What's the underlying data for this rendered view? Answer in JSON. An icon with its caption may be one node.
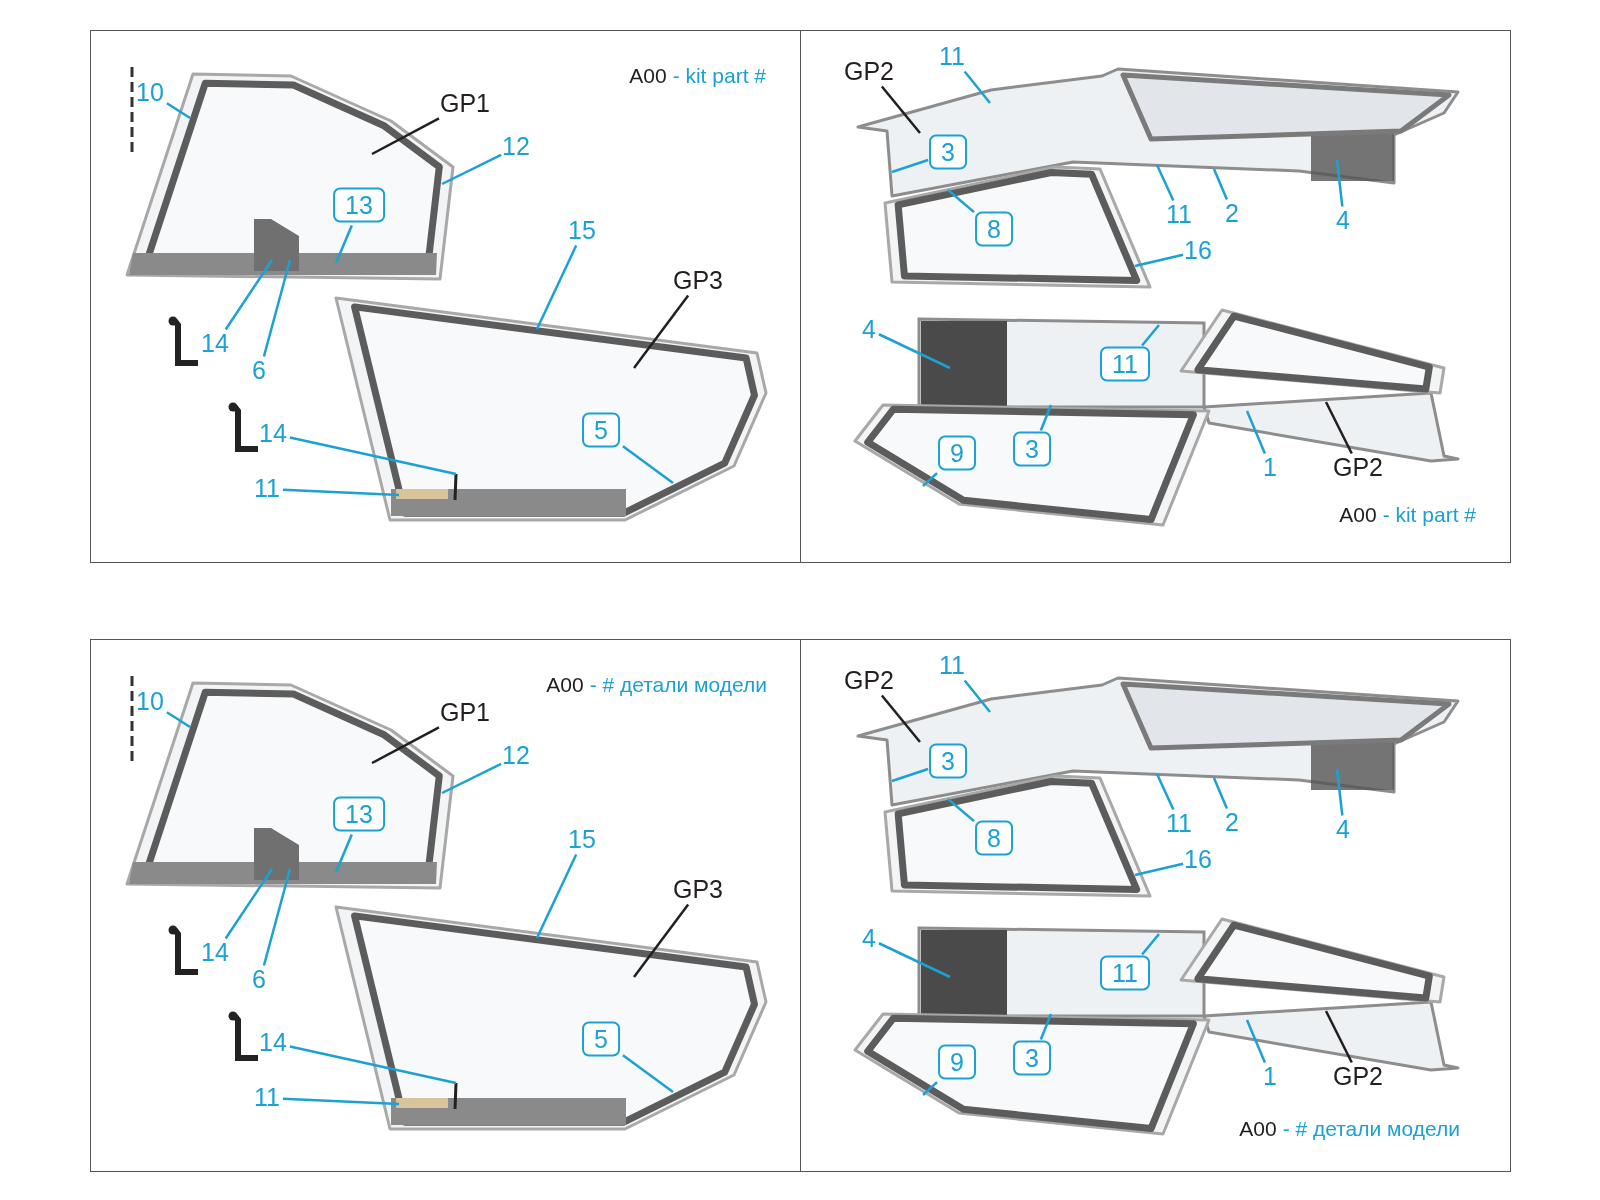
{
  "diagram": {
    "nodes": [
      {
        "text": [],
        "shape": "picture"
      },
      {
        "text": [],
        "shape": "picture"
      },
      {
        "text": [
          "10"
        ]
      },
      {
        "text": [
          "GP1"
        ]
      },
      {
        "text": [
          "12"
        ]
      },
      {
        "text": [
          "13"
        ],
        "in": 0
      },
      {
        "text": [
          "15"
        ]
      },
      {
        "text": [
          "GP3"
        ]
      },
      {
        "text": [
          "14"
        ]
      },
      {
        "text": [
          "6"
        ]
      },
      {
        "text": [
          "14"
        ]
      },
      {
        "text": [
          "5"
        ],
        "in": 1
      },
      {
        "text": [
          "11"
        ]
      },
      {
        "text": [],
        "shape": "picture"
      },
      {
        "text": [],
        "shape": "picture"
      },
      {
        "text": [],
        "shape": "picture"
      },
      {
        "text": [],
        "shape": "picture"
      },
      {
        "text": [
          "GP2"
        ]
      },
      {
        "text": [
          "11"
        ]
      },
      {
        "text": [
          "3"
        ],
        "in": 13
      },
      {
        "text": [
          "8"
        ],
        "in": 14
      },
      {
        "text": [
          "11"
        ]
      },
      {
        "text": [
          "2"
        ]
      },
      {
        "text": [
          "4"
        ]
      },
      {
        "text": [
          "16"
        ]
      },
      {
        "text": [
          "4"
        ]
      },
      {
        "text": [
          "11"
        ],
        "in": 15
      },
      {
        "text": [
          "3"
        ],
        "in": 16
      },
      {
        "text": [
          "9"
        ],
        "in": 16
      },
      {
        "text": [
          "1"
        ]
      },
      {
        "text": [
          "GP2"
        ]
      },
      {
        "text": [],
        "shape": "picture"
      },
      {
        "text": [],
        "shape": "picture"
      },
      {
        "text": [
          "10"
        ]
      },
      {
        "text": [
          "GP1"
        ]
      },
      {
        "text": [
          "12"
        ]
      },
      {
        "text": [
          "13"
        ],
        "in": 31
      },
      {
        "text": [
          "15"
        ]
      },
      {
        "text": [
          "GP3"
        ]
      },
      {
        "text": [
          "14"
        ]
      },
      {
        "text": [
          "6"
        ]
      },
      {
        "text": [
          "14"
        ]
      },
      {
        "text": [
          "5"
        ],
        "in": 32
      },
      {
        "text": [
          "11"
        ]
      },
      {
        "text": [],
        "shape": "picture"
      },
      {
        "text": [],
        "shape": "picture"
      },
      {
        "text": [],
        "shape": "picture"
      },
      {
        "text": [],
        "shape": "picture"
      },
      {
        "text": [
          "GP2"
        ]
      },
      {
        "text": [
          "11"
        ]
      },
      {
        "text": [
          "3"
        ],
        "in": 44
      },
      {
        "text": [
          "8"
        ],
        "in": 45
      },
      {
        "text": [
          "11"
        ]
      },
      {
        "text": [
          "2"
        ]
      },
      {
        "text": [
          "4"
        ]
      },
      {
        "text": [
          "16"
        ]
      },
      {
        "text": [
          "4"
        ]
      },
      {
        "text": [
          "11"
        ],
        "in": 46
      },
      {
        "text": [
          "3"
        ],
        "in": 47
      },
      {
        "text": [
          "9"
        ],
        "in": 47
      },
      {
        "text": [
          "1"
        ]
      },
      {
        "text": [
          "GP2"
        ]
      }
    ],
    "edges": [
      {
        "from": 2,
        "to": 0,
        "arrow": "none"
      },
      {
        "from": 3,
        "to": 0,
        "arrow": "none",
        "color": "#231f20"
      },
      {
        "from": 4,
        "to": 0,
        "arrow": "none"
      },
      {
        "from": 5,
        "to": 0,
        "arrow": "none"
      },
      {
        "from": 6,
        "to": 1,
        "arrow": "none"
      },
      {
        "from": 7,
        "to": 1,
        "arrow": "none",
        "color": "#231f20"
      },
      {
        "from": 8,
        "to": 0,
        "arrow": "none"
      },
      {
        "from": 9,
        "to": 0,
        "arrow": "none"
      },
      {
        "from": 10,
        "to": 1,
        "arrow": "none"
      },
      {
        "from": 11,
        "to": 1,
        "arrow": "none"
      },
      {
        "from": 12,
        "to": 1,
        "arrow": "none"
      },
      {
        "from": 17,
        "to": 13,
        "arrow": "none",
        "color": "#231f20"
      },
      {
        "from": 18,
        "to": 13,
        "arrow": "none"
      },
      {
        "from": 19,
        "to": 13,
        "arrow": "none"
      },
      {
        "from": 20,
        "to": 14,
        "arrow": "none"
      },
      {
        "from": 21,
        "to": 13,
        "arrow": "none"
      },
      {
        "from": 22,
        "to": 13,
        "arrow": "none"
      },
      {
        "from": 23,
        "to": 13,
        "arrow": "none"
      },
      {
        "from": 24,
        "to": 14,
        "arrow": "none"
      },
      {
        "from": 25,
        "to": 15,
        "arrow": "none"
      },
      {
        "from": 26,
        "to": 15,
        "arrow": "none"
      },
      {
        "from": 27,
        "to": 15,
        "arrow": "none"
      },
      {
        "from": 28,
        "to": 16,
        "arrow": "none"
      },
      {
        "from": 29,
        "to": 15,
        "arrow": "none"
      },
      {
        "from": 30,
        "to": 15,
        "arrow": "none",
        "color": "#231f20"
      },
      {
        "from": 33,
        "to": 31,
        "arrow": "none"
      },
      {
        "from": 34,
        "to": 31,
        "arrow": "none",
        "color": "#231f20"
      },
      {
        "from": 35,
        "to": 31,
        "arrow": "none"
      },
      {
        "from": 36,
        "to": 31,
        "arrow": "none"
      },
      {
        "from": 37,
        "to": 32,
        "arrow": "none"
      },
      {
        "from": 38,
        "to": 32,
        "arrow": "none",
        "color": "#231f20"
      },
      {
        "from": 39,
        "to": 31,
        "arrow": "none"
      },
      {
        "from": 40,
        "to": 31,
        "arrow": "none"
      },
      {
        "from": 41,
        "to": 32,
        "arrow": "none"
      },
      {
        "from": 42,
        "to": 32,
        "arrow": "none"
      },
      {
        "from": 43,
        "to": 32,
        "arrow": "none"
      },
      {
        "from": 48,
        "to": 44,
        "arrow": "none",
        "color": "#231f20"
      },
      {
        "from": 49,
        "to": 44,
        "arrow": "none"
      },
      {
        "from": 50,
        "to": 44,
        "arrow": "none"
      },
      {
        "from": 51,
        "to": 45,
        "arrow": "none"
      },
      {
        "from": 52,
        "to": 44,
        "arrow": "none"
      },
      {
        "from": 53,
        "to": 44,
        "arrow": "none"
      },
      {
        "from": 54,
        "to": 44,
        "arrow": "none"
      },
      {
        "from": 55,
        "to": 45,
        "arrow": "none"
      },
      {
        "from": 56,
        "to": 46,
        "arrow": "none"
      },
      {
        "from": 57,
        "to": 46,
        "arrow": "none"
      },
      {
        "from": 58,
        "to": 46,
        "arrow": "none"
      },
      {
        "from": 59,
        "to": 47,
        "arrow": "none"
      },
      {
        "from": 60,
        "to": 46,
        "arrow": "none"
      },
      {
        "from": 61,
        "to": 46,
        "arrow": "none",
        "color": "#231f20"
      }
    ],
    "labels": [
      "A00",
      "- kit part #",
      "A00",
      "- kit part #",
      "A00",
      "- # детали модели",
      "A00",
      "- # детали модели"
    ]
  }
}
